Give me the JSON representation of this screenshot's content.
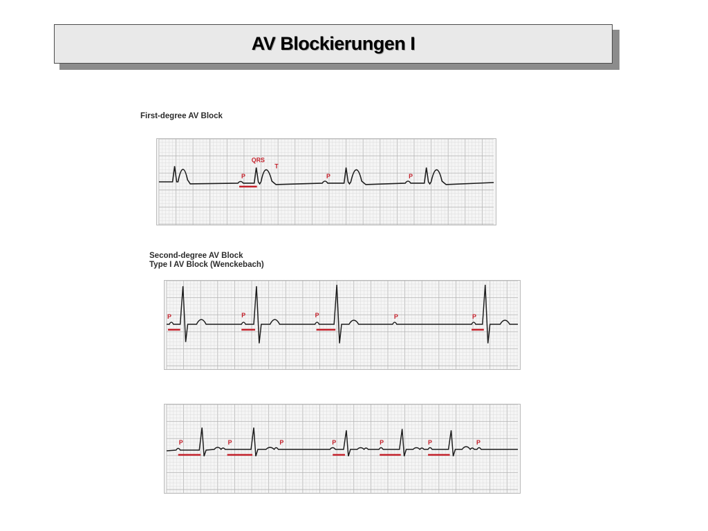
{
  "slide": {
    "title": "AV Blockierungen I"
  },
  "panels": {
    "first_degree": {
      "caption": "First-degree AV Block",
      "labels": {
        "p": "P",
        "qrs": "QRS",
        "t": "T"
      }
    },
    "second_degree": {
      "caption_line1": "Second-degree AV Block",
      "caption_line2": "Type I AV Block (Wenckebach)",
      "p_label": "P"
    },
    "third_strip": {
      "p_label": "P"
    }
  },
  "colors": {
    "grid_minor": "#d6d6d6",
    "grid_major": "#b4b4b4",
    "trace": "#1c1c1c",
    "marker": "#c3202a"
  }
}
